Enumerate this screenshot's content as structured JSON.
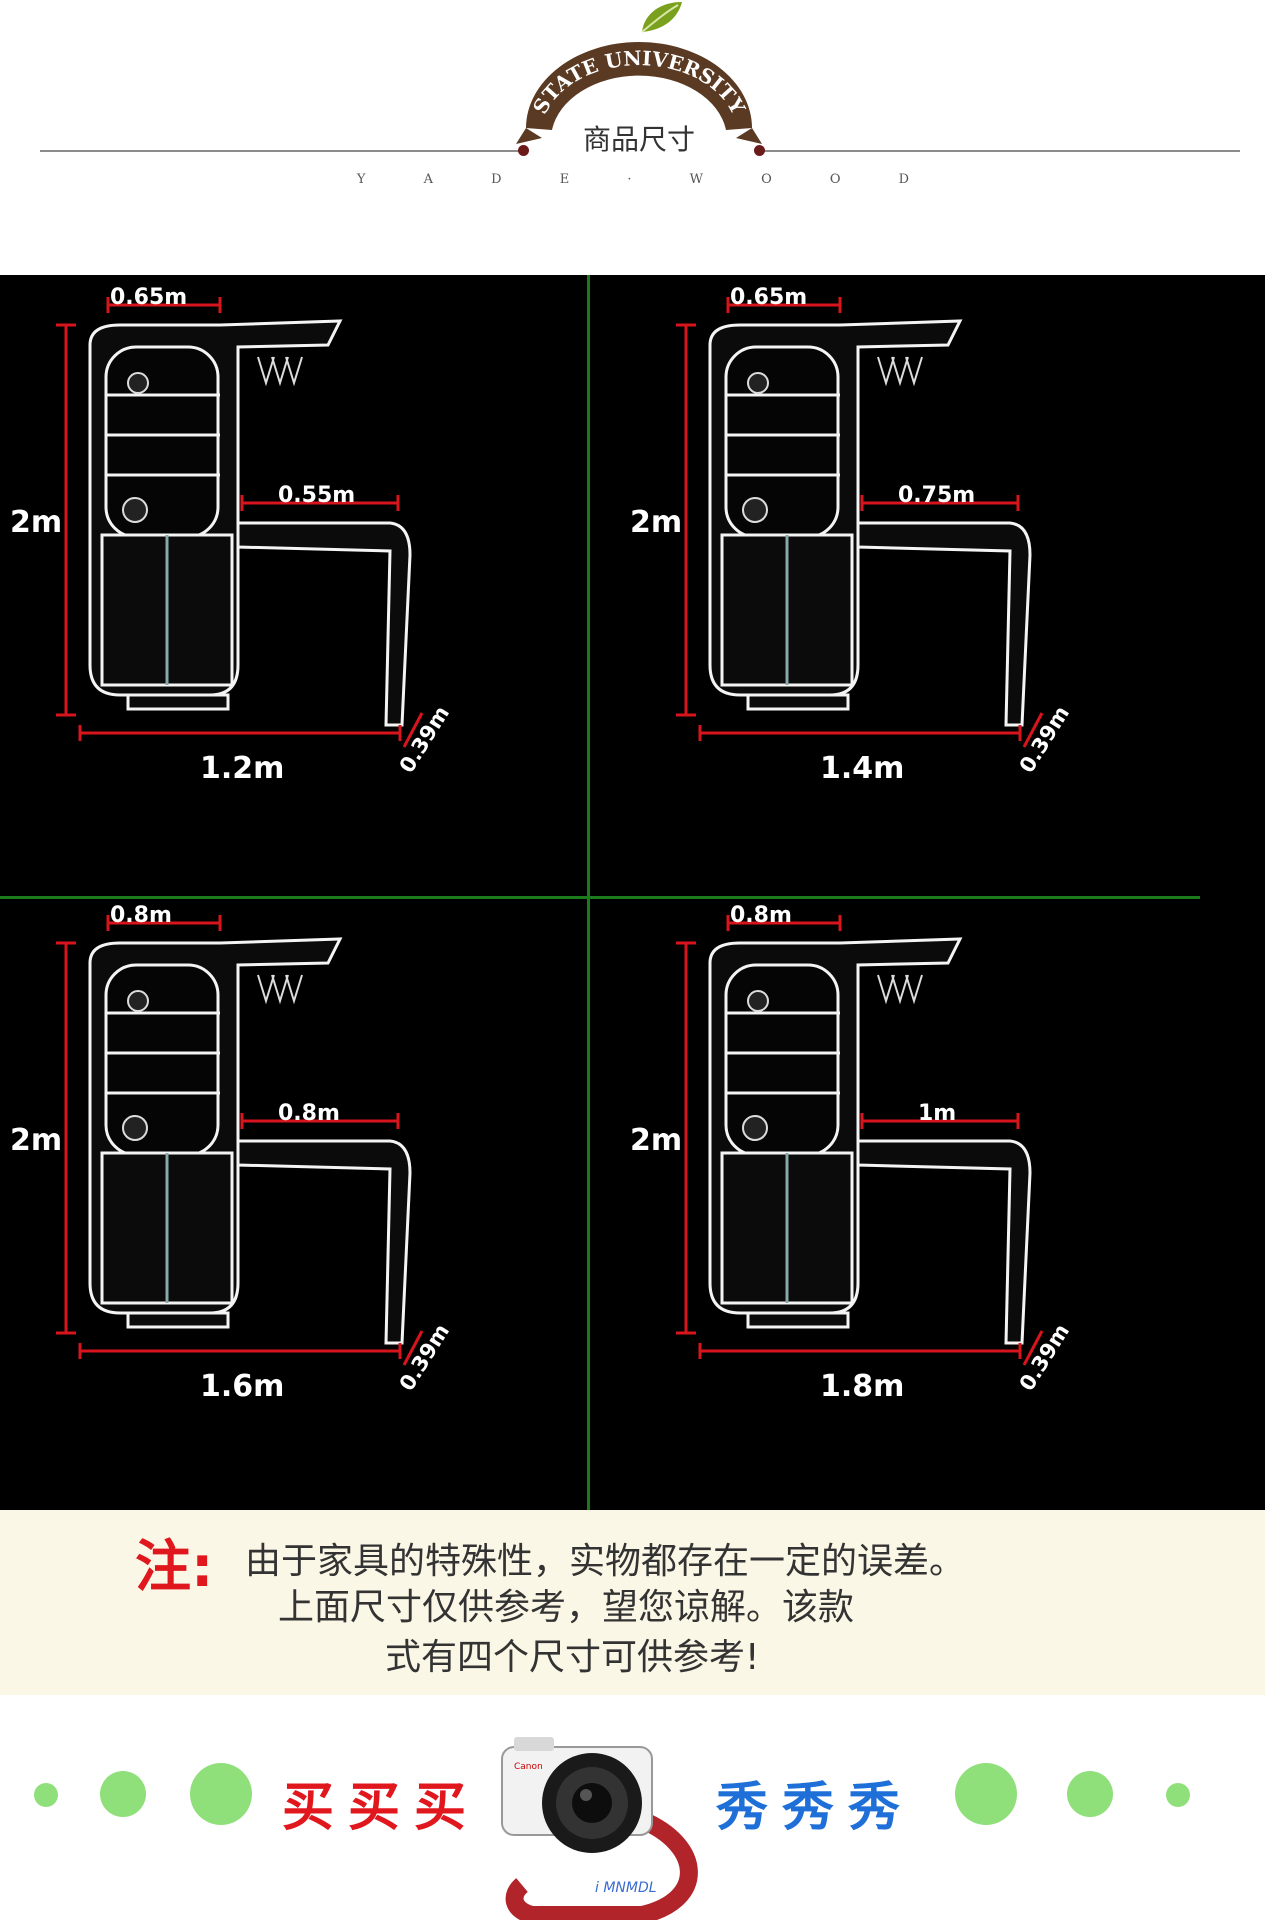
{
  "header": {
    "badge_arc_text": "STATE UNIVERSITY",
    "badge_title": "商品尺寸",
    "subtitle": "Y A D E · W O O D"
  },
  "diagrams": [
    {
      "top_width": "0.65m",
      "bar_width": "0.55m",
      "total_width": "1.2m",
      "height": "2m",
      "depth": "0.39m"
    },
    {
      "top_width": "0.65m",
      "bar_width": "0.75m",
      "total_width": "1.4m",
      "height": "2m",
      "depth": "0.39m"
    },
    {
      "top_width": "0.8m",
      "bar_width": "0.8m",
      "total_width": "1.6m",
      "height": "2m",
      "depth": "0.39m"
    },
    {
      "top_width": "0.8m",
      "bar_width": "1m",
      "total_width": "1.8m",
      "height": "2m",
      "depth": "0.39m"
    }
  ],
  "note": {
    "tag": "注:",
    "line1": "由于家具的特殊性，实物都存在一定的误差。",
    "line2": "上面尺寸仅供参考，望您谅解。该款",
    "line3": "式有四个尺寸可供参考!"
  },
  "footer": {
    "buy_text": "买买买",
    "show_text": "秀秀秀",
    "camera_caption": "i MNMDL"
  },
  "colors": {
    "accent_red": "#e0181e",
    "accent_blue": "#1e6fd8",
    "dot_green": "#8fe07a",
    "grid_green": "#1b7a1b",
    "dimension_red": "#d8141c",
    "badge_brown": "#5a3a22"
  }
}
